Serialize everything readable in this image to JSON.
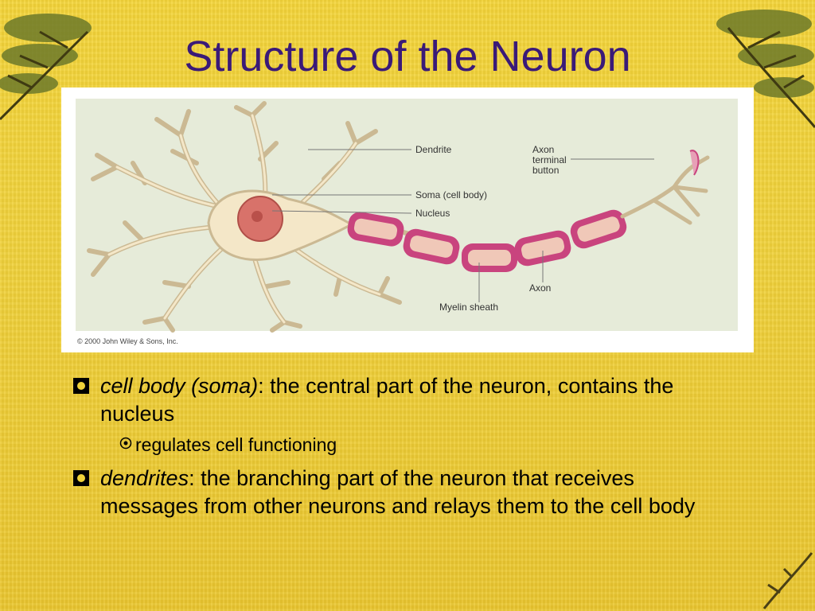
{
  "slide": {
    "title": "Structure of the Neuron",
    "figure": {
      "labels": {
        "dendrite": "Dendrite",
        "soma": "Soma (cell body)",
        "nucleus": "Nucleus",
        "axon_terminal_1": "Axon",
        "axon_terminal_2": "terminal",
        "axon_terminal_3": "button",
        "axon": "Axon",
        "myelin": "Myelin sheath"
      },
      "copyright": "© 2000 John Wiley & Sons, Inc."
    },
    "bullets": [
      {
        "term": "cell body (soma)",
        "text": ": the central part of the neuron, contains the nucleus",
        "sub": "regulates cell functioning"
      },
      {
        "term": "dendrites",
        "text": ": the branching part of the neuron that receives messages from other neurons and relays them to the cell body"
      }
    ]
  },
  "colors": {
    "background": "#f0d23a",
    "title": "#3a1a78",
    "cell_body": "#f4e7c8",
    "nucleus": "#d8726a",
    "myelin": "#c9447e"
  },
  "icons": {
    "bullet": "hollow-square-bullet-icon",
    "sub_bullet": "target-circle-bullet-icon"
  }
}
